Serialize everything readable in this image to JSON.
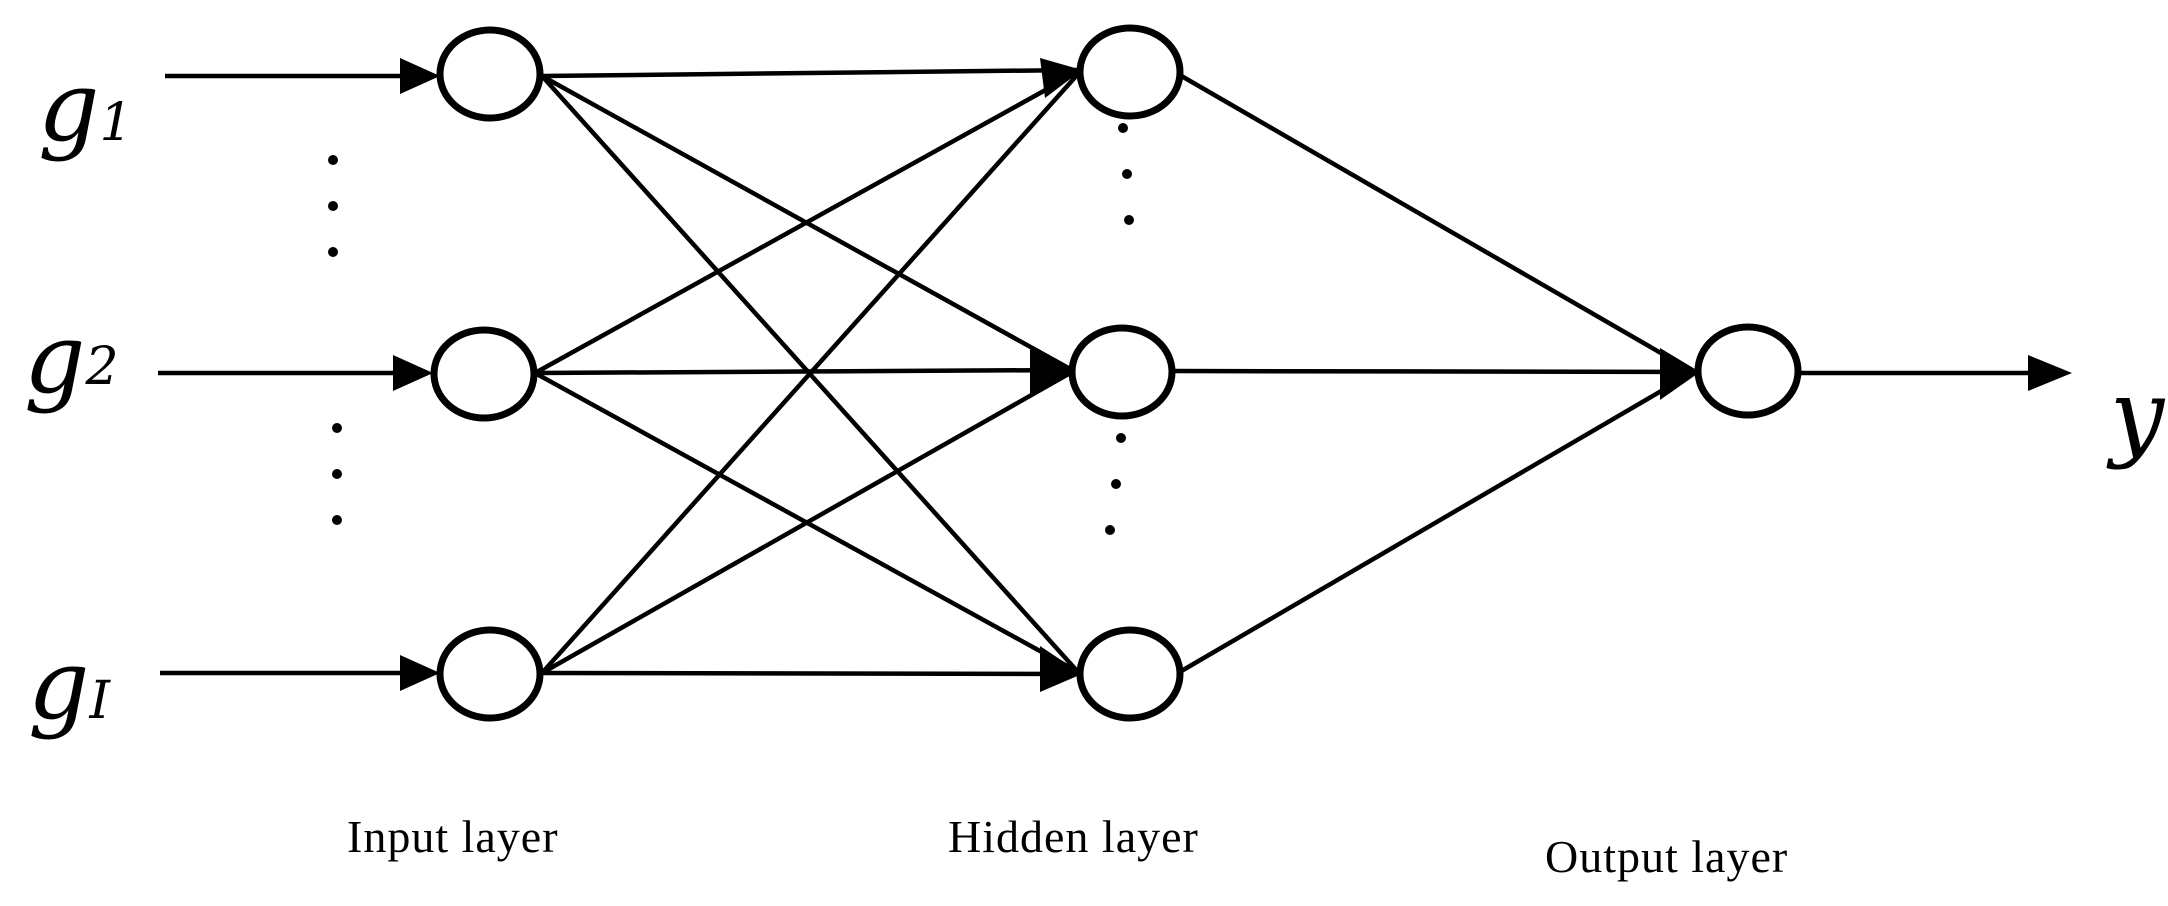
{
  "inputs": [
    {
      "base": "g",
      "sub": "1"
    },
    {
      "base": "g",
      "sub": "2"
    },
    {
      "base": "g",
      "sub": "I"
    }
  ],
  "output": {
    "label": "y"
  },
  "layers": {
    "input": "Input layer",
    "hidden": "Hidden layer",
    "output": "Output layer"
  }
}
